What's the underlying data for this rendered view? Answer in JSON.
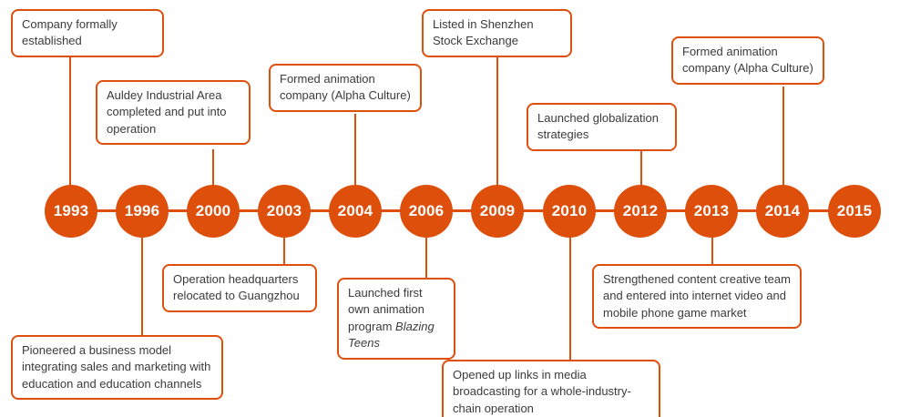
{
  "colors": {
    "accent": "#de4f0c",
    "text": "#3b3b3b",
    "year_text": "#ffffff",
    "background": "#ffffff"
  },
  "timeline": {
    "years": [
      "1993",
      "1996",
      "2000",
      "2003",
      "2004",
      "2006",
      "2009",
      "2010",
      "2012",
      "2013",
      "2014",
      "2015"
    ]
  },
  "callouts": {
    "c1993": {
      "text": "Company formally established"
    },
    "c1996": {
      "text": "Pioneered a business model integrating sales and marketing with education and education channels"
    },
    "c2000": {
      "text": "Auldey Industrial Area completed and put into operation"
    },
    "c2003": {
      "text": "Operation headquarters relocated to Guangzhou"
    },
    "c2004": {
      "text": "Formed animation company (Alpha Culture)"
    },
    "c2006": {
      "text": "Launched first own animation program",
      "italic": "Blazing Teens"
    },
    "c2009": {
      "text": "Listed in Shenzhen Stock Exchange"
    },
    "c2010": {
      "text": "Opened up links in media broadcasting for a whole-industry-chain operation"
    },
    "c2012": {
      "text": "Launched globalization strategies"
    },
    "c2013": {
      "text": "Strengthened content creative team and entered into internet video and mobile phone game market"
    },
    "c2014": {
      "text": "Formed animation company (Alpha Culture)"
    }
  }
}
